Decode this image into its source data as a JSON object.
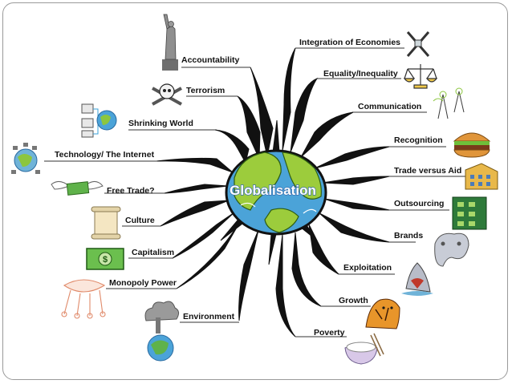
{
  "center": {
    "label": "Globalisation"
  },
  "left_topics": [
    {
      "label": "Accountability",
      "icon": "statue-of-liberty-icon"
    },
    {
      "label": "Terrorism",
      "icon": "skull-crossbones-icon"
    },
    {
      "label": "Shrinking World",
      "icon": "networked-computers-icon"
    },
    {
      "label": "Technology/ The Internet",
      "icon": "globe-network-icon"
    },
    {
      "label": "Free Trade?",
      "icon": "flying-money-icon"
    },
    {
      "label": "Culture",
      "icon": "scroll-icon"
    },
    {
      "label": "Capitalism",
      "icon": "dollar-bill-icon"
    },
    {
      "label": "Monopoly Power",
      "icon": "puppet-strings-icon"
    },
    {
      "label": "Environment",
      "icon": "polluted-earth-icon"
    }
  ],
  "right_topics": [
    {
      "label": "Integration of Economies",
      "icon": "intersection-icon"
    },
    {
      "label": "Equality/Inequality",
      "icon": "balance-scales-icon"
    },
    {
      "label": "Communication",
      "icon": "telecom-towers-icon"
    },
    {
      "label": "Recognition",
      "icon": "burger-icon"
    },
    {
      "label": "Trade versus Aid",
      "icon": "buildings-icon"
    },
    {
      "label": "Outsourcing",
      "icon": "circuit-board-icon"
    },
    {
      "label": "Brands",
      "icon": "game-controller-icon"
    },
    {
      "label": "Exploitation",
      "icon": "shark-icon"
    },
    {
      "label": "Growth",
      "icon": "tiger-icon"
    },
    {
      "label": "Poverty",
      "icon": "rice-bowl-icon"
    }
  ],
  "colors": {
    "branch": "#111111",
    "ocean": "#4ba3d8",
    "land": "#9ccc3c",
    "frame": "#9a9a9a"
  }
}
